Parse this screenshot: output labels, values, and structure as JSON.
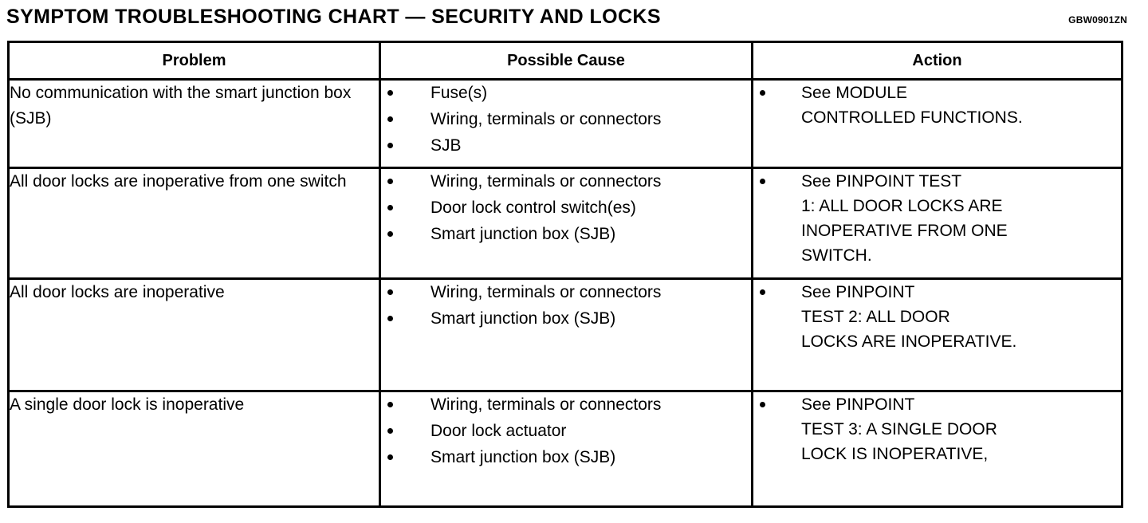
{
  "title": "SYMPTOM TROUBLESHOOTING CHART — SECURITY AND LOCKS",
  "doc_code": "GBW0901ZN",
  "colors": {
    "background": "#ffffff",
    "text": "#000000",
    "border": "#000000"
  },
  "table": {
    "headers": {
      "problem": "Problem",
      "cause": "Possible Cause",
      "action": "Action"
    },
    "rows": [
      {
        "problem": "No communication with the smart junction box (SJB)",
        "causes": [
          "Fuse(s)",
          "Wiring, terminals or connectors",
          "SJB"
        ],
        "actions": [
          "See MODULE\nCONTROLLED FUNCTIONS."
        ]
      },
      {
        "problem": "All door locks are inoperative from one switch",
        "causes": [
          "Wiring, terminals or connectors",
          "Door lock control switch(es)",
          "Smart junction box (SJB)"
        ],
        "actions": [
          "See PINPOINT TEST\n1:  ALL DOOR LOCKS ARE\nINOPERATIVE FROM ONE\nSWITCH."
        ]
      },
      {
        "problem": "All door locks are inoperative",
        "causes": [
          "Wiring, terminals or connectors",
          "Smart junction box (SJB)"
        ],
        "actions": [
          "See PINPOINT\nTEST 2:  ALL DOOR\nLOCKS ARE INOPERATIVE."
        ]
      },
      {
        "problem": "A single door lock is inoperative",
        "causes": [
          "Wiring, terminals or connectors",
          "Door lock actuator",
          "Smart junction box (SJB)"
        ],
        "actions": [
          "See PINPOINT\nTEST 3: A SINGLE DOOR\nLOCK IS INOPERATIVE,"
        ]
      }
    ]
  }
}
